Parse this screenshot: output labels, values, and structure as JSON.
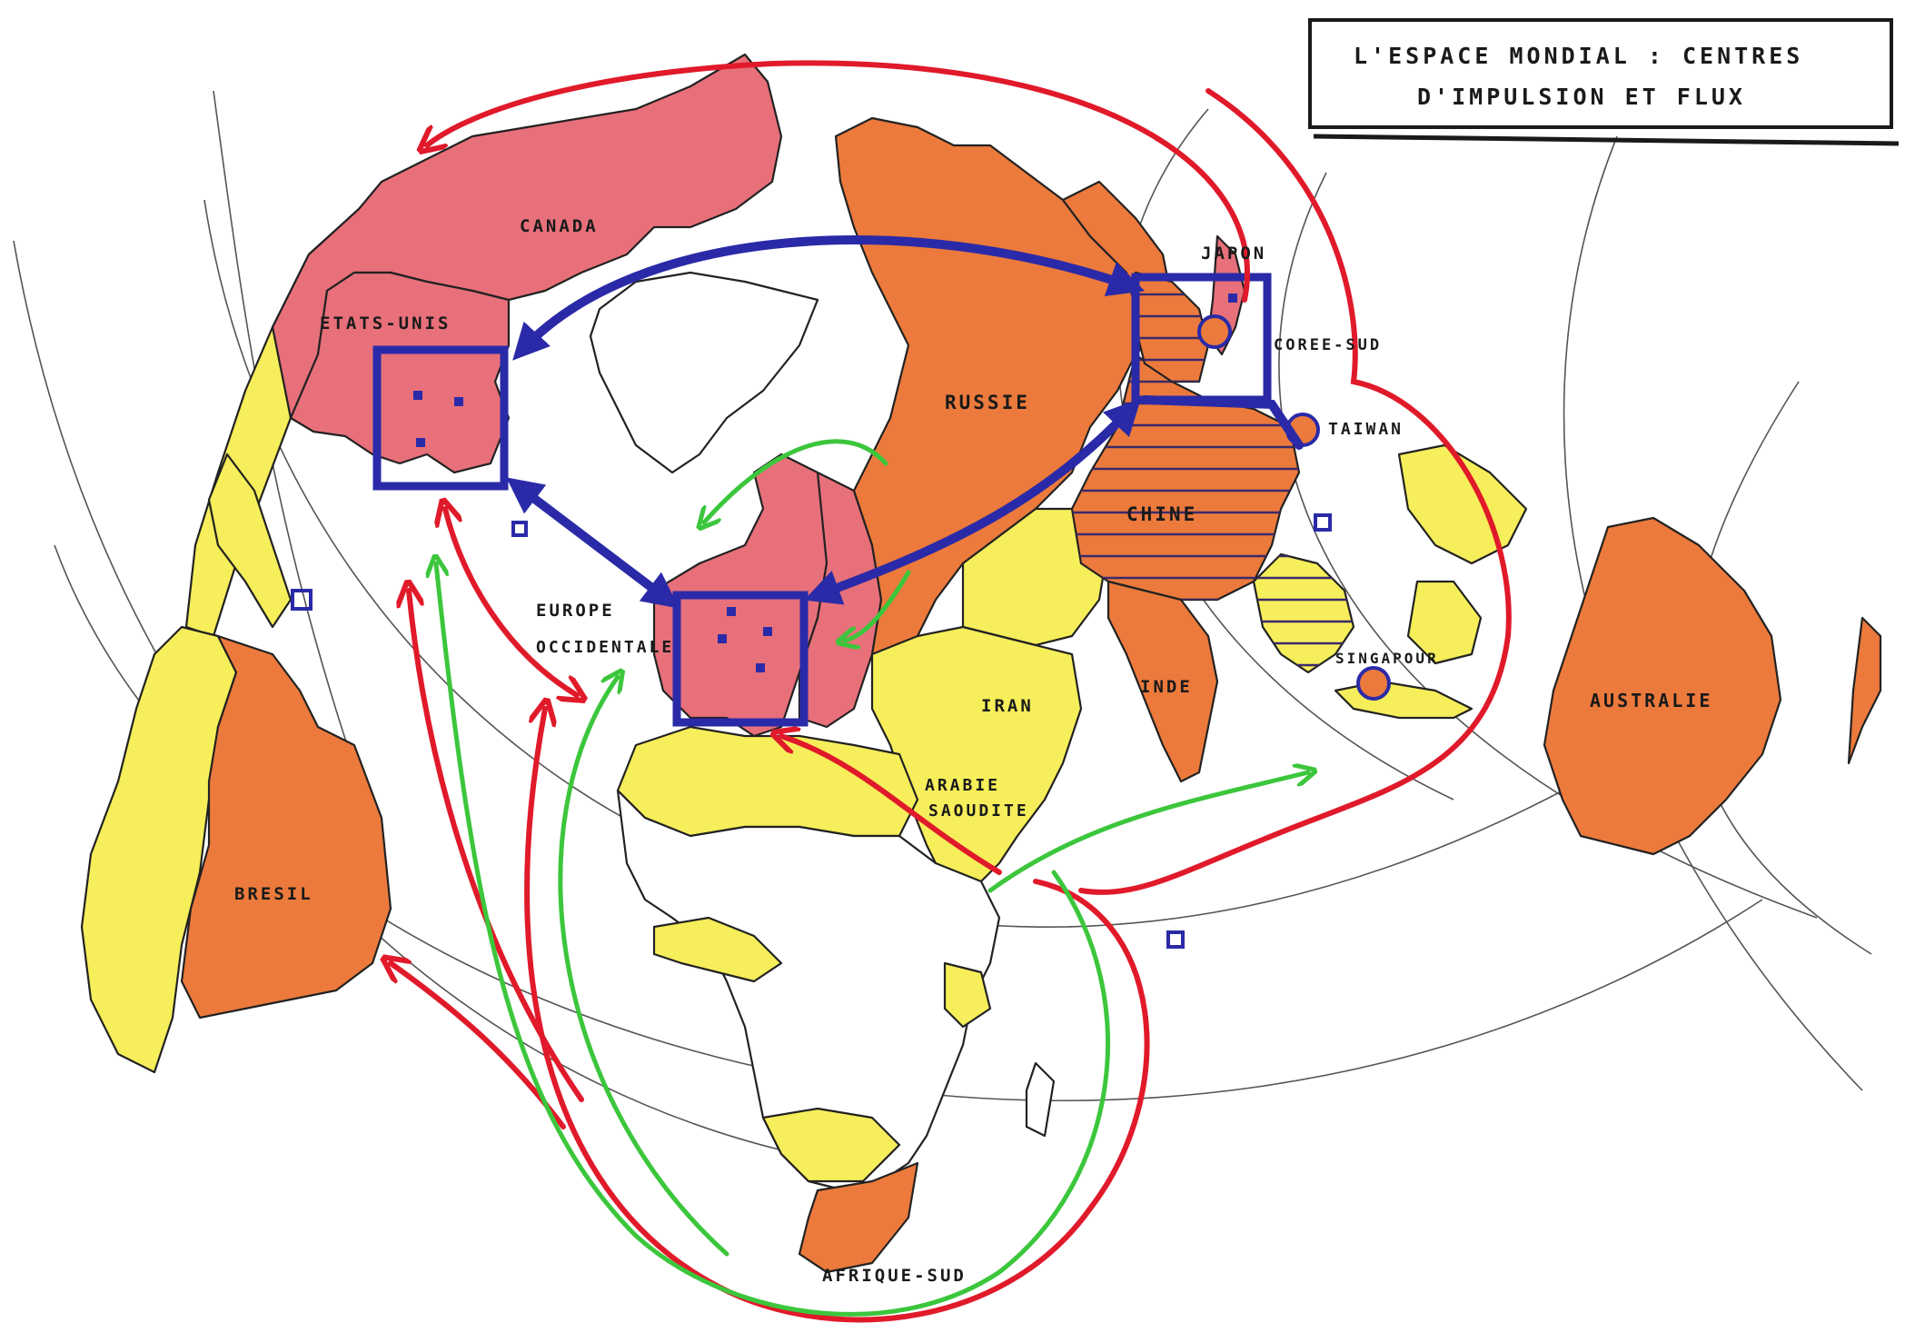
{
  "title": {
    "line1": "L'ESPACE MONDIAL : CENTRES",
    "line2": "D'IMPULSION ET FLUX"
  },
  "labels": {
    "canada": "CANADA",
    "usa": "ETATS-UNIS",
    "russia": "RUSSIE",
    "japan": "JAPON",
    "korea": "COREE-SUD",
    "taiwan": "TAIWAN",
    "china": "CHINE",
    "india": "INDE",
    "iran": "IRAN",
    "saudi_l1": "ARABIE",
    "saudi_l2": "SAOUDITE",
    "europe_l1": "EUROPE",
    "europe_l2": "OCCIDENTALE",
    "singapore": "SINGAPOUR",
    "australia": "AUSTRALIE",
    "brazil": "BRESIL",
    "south_africa": "AFRIQUE-SUD"
  },
  "colors": {
    "core_red": "#e8707a",
    "emerging_orange": "#ec7a3c",
    "periphery_yellow": "#f6ee5a",
    "flow_blue": "#2a2aa8",
    "flow_red": "#e01a2a",
    "flow_green": "#3cc63c",
    "border": "#222222"
  }
}
